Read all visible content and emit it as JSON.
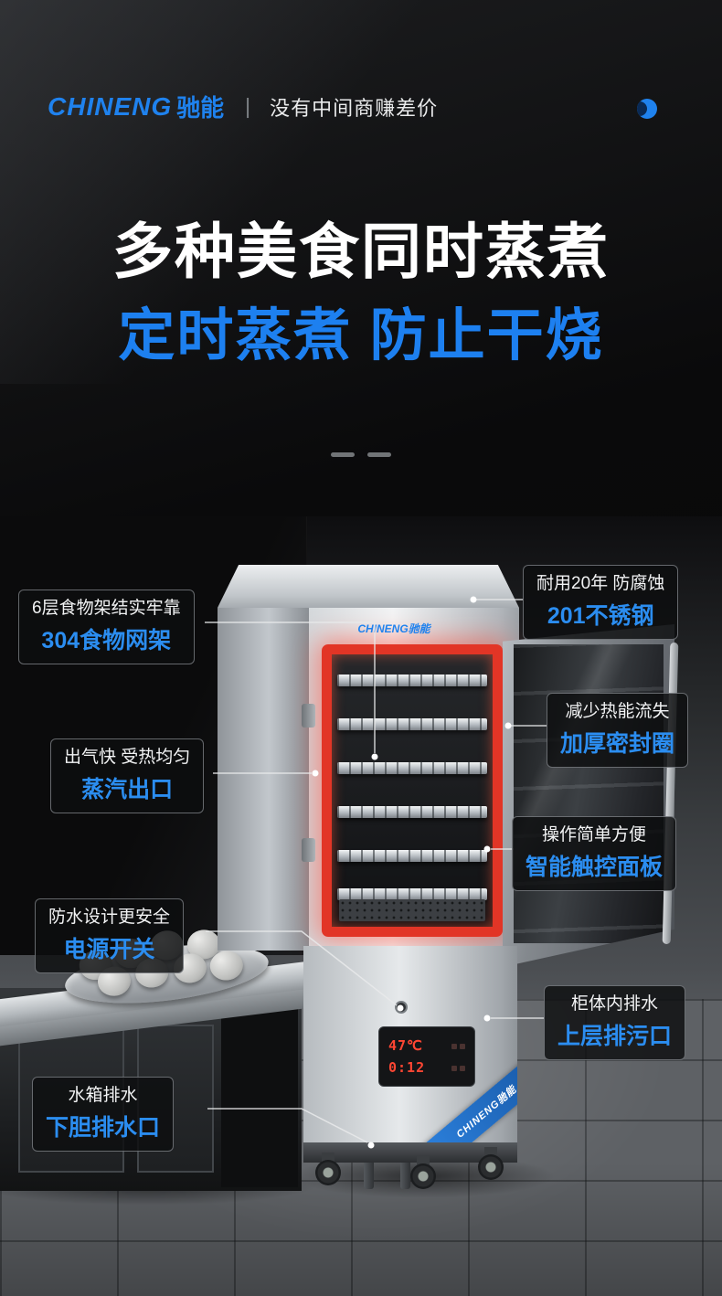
{
  "header": {
    "brand": "CHINENG",
    "brand_cn": "驰能",
    "divider": "丨",
    "tagline": "没有中间商赚差价"
  },
  "hero": {
    "title": "多种美食同时蒸煮",
    "subtitle": "定时蒸煮 防止干烧"
  },
  "colors": {
    "accent_blue": "#1f82ee",
    "seal_red": "#e23526",
    "background": "#0a0a0b"
  },
  "callouts": [
    {
      "id": "shelves",
      "side": "left",
      "desc": "6层食物架结实牢靠",
      "feature": "304食物网架"
    },
    {
      "id": "steel",
      "side": "right",
      "desc": "耐用20年 防腐蚀",
      "feature": "201不锈钢"
    },
    {
      "id": "seal",
      "side": "right",
      "desc": "减少热能流失",
      "feature": "加厚密封圈"
    },
    {
      "id": "steam",
      "side": "left",
      "desc": "出气快 受热均匀",
      "feature": "蒸汽出口"
    },
    {
      "id": "panel",
      "side": "right",
      "desc": "操作简单方便",
      "feature": "智能触控面板"
    },
    {
      "id": "switch",
      "side": "left",
      "desc": "防水设计更安全",
      "feature": "电源开关"
    },
    {
      "id": "drain-top",
      "side": "right",
      "desc": "柜体内排水",
      "feature": "上层排污口"
    },
    {
      "id": "drain-bottom",
      "side": "left",
      "desc": "水箱排水",
      "feature": "下胆排水口"
    }
  ],
  "product": {
    "logo_text": "CHINENG驰能",
    "ribbon_text": "CHINENG驰能",
    "display": {
      "temp": "47℃",
      "time": "0:12"
    }
  }
}
